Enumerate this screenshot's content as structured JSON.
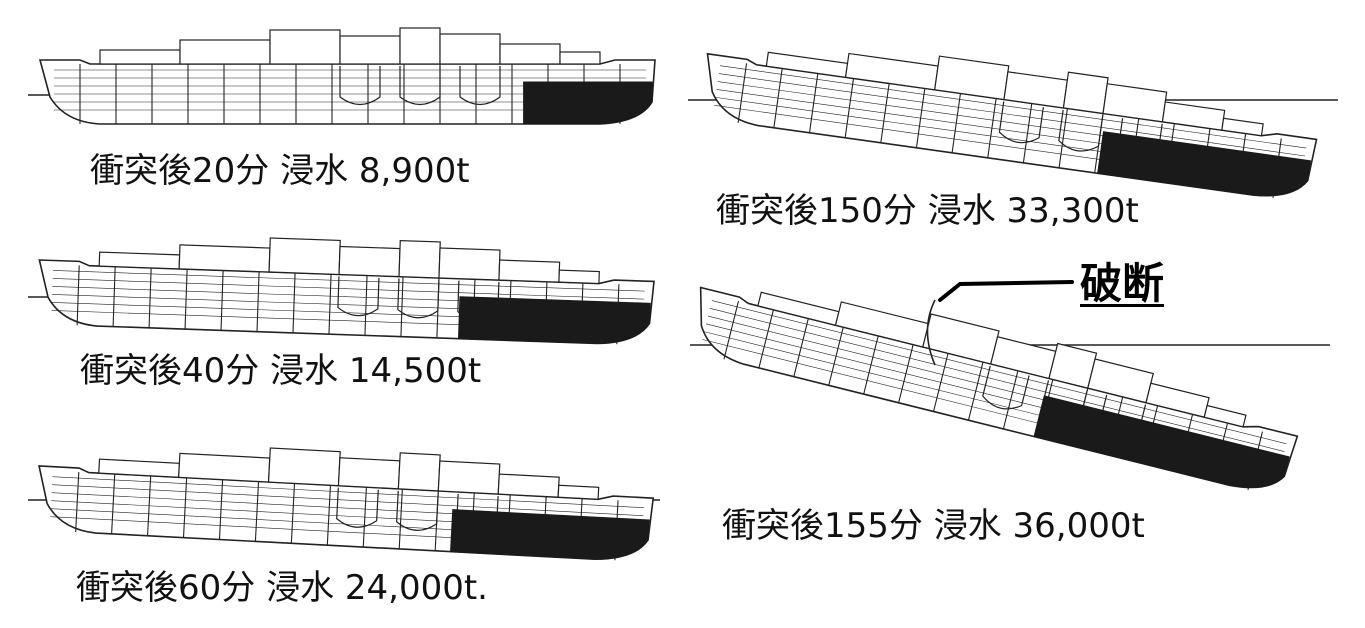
{
  "panels": [
    {
      "caption": "衝突後20分 浸水 8,900t",
      "flood_fraction": 0.22
    },
    {
      "caption": "衝突後40分 浸水 14,500t",
      "flood_fraction": 0.32
    },
    {
      "caption": "衝突後60分 浸水 24,000t.",
      "flood_fraction": 0.33
    },
    {
      "caption": "衝突後150分 浸水 33,300t",
      "flood_fraction": 0.35
    },
    {
      "caption": "衝突後155分 浸水 36,000t",
      "flood_fraction": 0.42
    }
  ],
  "break_label": "破断",
  "colors": {
    "ink": "#222222",
    "flood": "#1a1a1a",
    "hull": "#ffffff"
  }
}
